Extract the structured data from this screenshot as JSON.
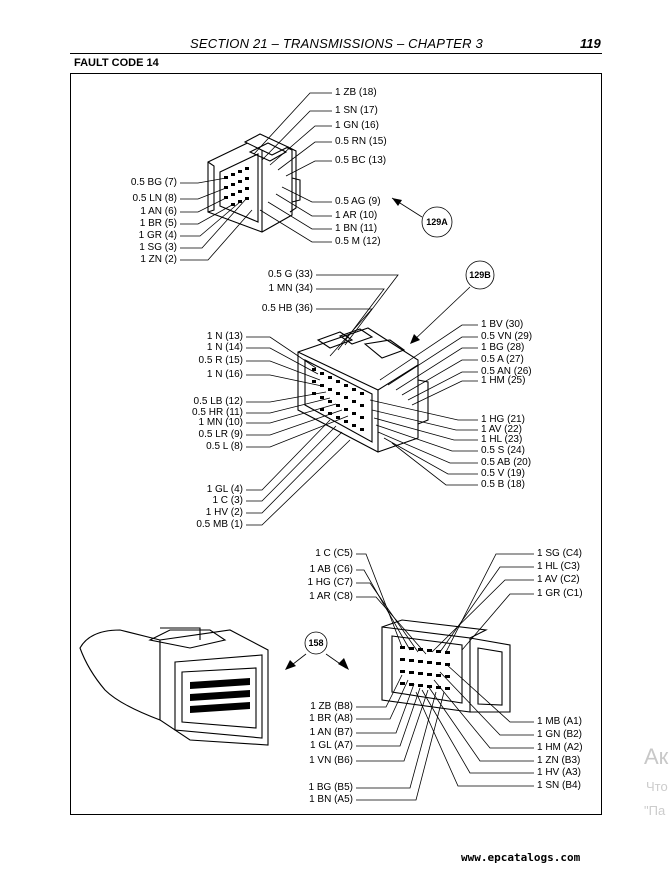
{
  "header": {
    "title": "SECTION 21 – TRANSMISSIONS – CHAPTER 3",
    "page_number": "119"
  },
  "section_label": "FAULT CODE 14",
  "connectors": {
    "c129A": {
      "callout": "129A",
      "left_labels": [
        "0.5 BG (7)",
        "0.5 LN (8)",
        "1 AN (6)",
        "1 BR (5)",
        "1 GR (4)",
        "1 SG (3)",
        "1 ZN (2)"
      ],
      "right_labels": [
        "1 ZB (18)",
        "1 SN (17)",
        "1 GN (16)",
        "0.5 RN (15)",
        "0.5 BC (13)",
        "0.5 AG (9)",
        "1 AR (10)",
        "1 BN (11)",
        "0.5 M (12)"
      ]
    },
    "c129B": {
      "callout": "129B",
      "top_labels": [
        "0.5 G (33)",
        "1 MN (34)",
        "0.5 HB (36)"
      ],
      "left_labels": [
        "1 N (13)",
        "1 N (14)",
        "0.5 R (15)",
        "1 N (16)",
        "0.5 LB (12)",
        "0.5 HR (11)",
        "1 MN (10)",
        "0.5 LR (9)",
        "0.5 L (8)",
        "1 GL (4)",
        "1 C (3)",
        "1 HV (2)",
        "0.5 MB (1)"
      ],
      "right_labels": [
        "1 BV (30)",
        "0.5 VN (29)",
        "1 BG (28)",
        "0.5 A (27)",
        "0.5 AN (26)",
        "1 HM (25)",
        "1 HG (21)",
        "1 AV (22)",
        "1 HL (23)",
        "0.5 S (24)",
        "0.5 AB (20)",
        "0.5 V (19)",
        "0.5 B (18)"
      ]
    },
    "c158": {
      "callout": "158",
      "left_top_labels": [
        "1 C (C5)",
        "1 AB (C6)",
        "1 HG (C7)",
        "1 AR (C8)"
      ],
      "right_top_labels": [
        "1 SG (C4)",
        "1 HL (C3)",
        "1 AV (C2)",
        "1 GR (C1)"
      ],
      "left_bottom_labels": [
        "1 ZB (B8)",
        "1 BR (A8)",
        "1 AN (B7)",
        "1 GL (A7)",
        "1 VN (B6)",
        "1 BG (B5)",
        "1 BN (A5)"
      ],
      "right_bottom_labels": [
        "1 MB (A1)",
        "1 GN (B2)",
        "1 HM (A2)",
        "1 ZN (B3)",
        "1 HV (A3)",
        "1 SN (B4)"
      ]
    }
  },
  "watermark": {
    "big": "Ак",
    "line1": "Что",
    "line2": "\"Па"
  },
  "footer": "www.epcatalogs.com"
}
